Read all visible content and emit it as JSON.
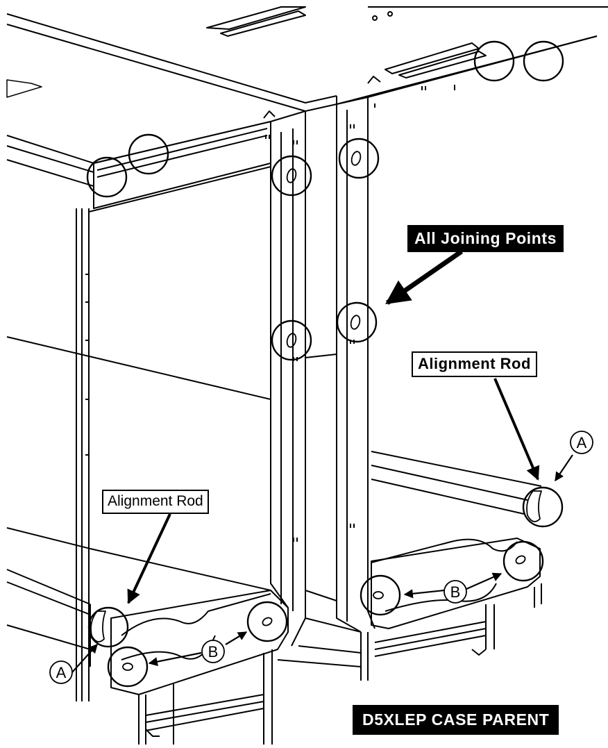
{
  "callouts": {
    "joining_points": "All Joining Points",
    "alignment_rod_right": "Alignment Rod",
    "alignment_rod_left": "Alignment Rod",
    "letter_a": "A",
    "letter_b": "B"
  },
  "footer": {
    "model_label": "D5XLEP CASE PARENT"
  },
  "colors": {
    "line": "#000000",
    "background": "#ffffff",
    "label_dark_bg": "#000000",
    "label_dark_text": "#ffffff"
  }
}
